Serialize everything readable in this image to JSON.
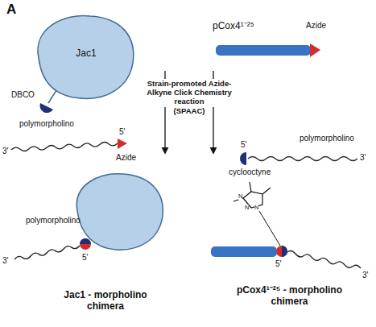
{
  "diagram": {
    "nodes": [
      {
        "text": [
          "Jac1"
        ]
      },
      {
        "text": [
          "pCox4¹⁻²⁵"
        ]
      },
      {
        "text": [
          "Jac1 - morpholino chimera"
        ]
      },
      {
        "text": [
          "pCox4¹⁻²⁵ - morpholino chimera"
        ]
      }
    ],
    "labels": [
      "A",
      "DBCO",
      "Azide",
      "polymorpholino",
      "3'",
      "5'",
      "Azide",
      "Strain-promoted Azide-Alkyne Click Chemistry reaction",
      "(SPAAC)",
      "polymorpholino",
      "5'",
      "3'",
      "cyclooctyne",
      "polymorpholino",
      "3'",
      "5'",
      "5'",
      "3'",
      "N",
      "N",
      "N"
    ]
  }
}
